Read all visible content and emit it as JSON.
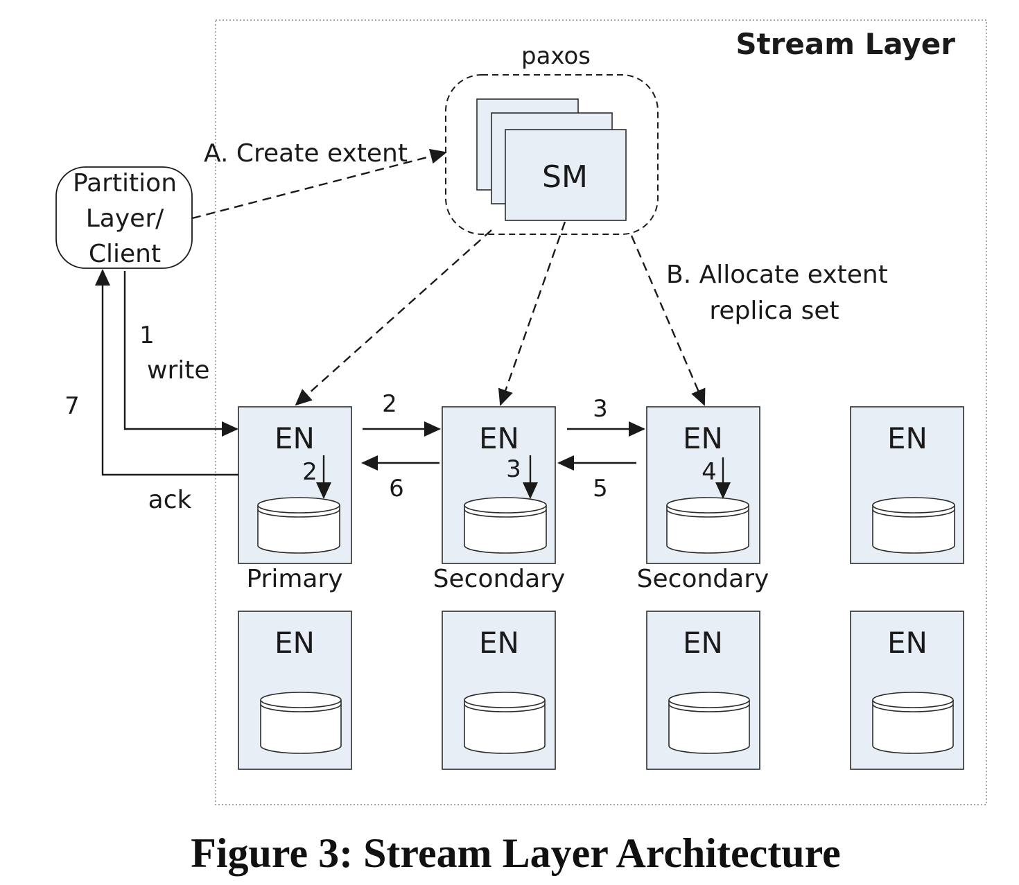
{
  "stream_layer_label": "Stream Layer",
  "paxos_label": "paxos",
  "sm_label": "SM",
  "client_lines": [
    "Partition",
    "Layer/",
    "Client"
  ],
  "create_extent_label": "A. Create extent",
  "allocate_lines": [
    "B. Allocate extent",
    "replica set"
  ],
  "en_label": "EN",
  "role_labels": [
    "Primary",
    "Secondary",
    "Secondary"
  ],
  "write_step": "1",
  "write_label": "write",
  "ack_step": "7",
  "ack_label": "ack",
  "flow_steps": {
    "forward_1_2": "2",
    "forward_2_3": "3",
    "back_3_2": "5",
    "back_2_1": "6",
    "local_primary": "2",
    "local_secondary_1": "3",
    "local_secondary_2": "4"
  },
  "caption": "Figure 3: Stream Layer Architecture",
  "colors": {
    "node_fill": "#e8eef6",
    "stroke": "#1a1a1a"
  }
}
